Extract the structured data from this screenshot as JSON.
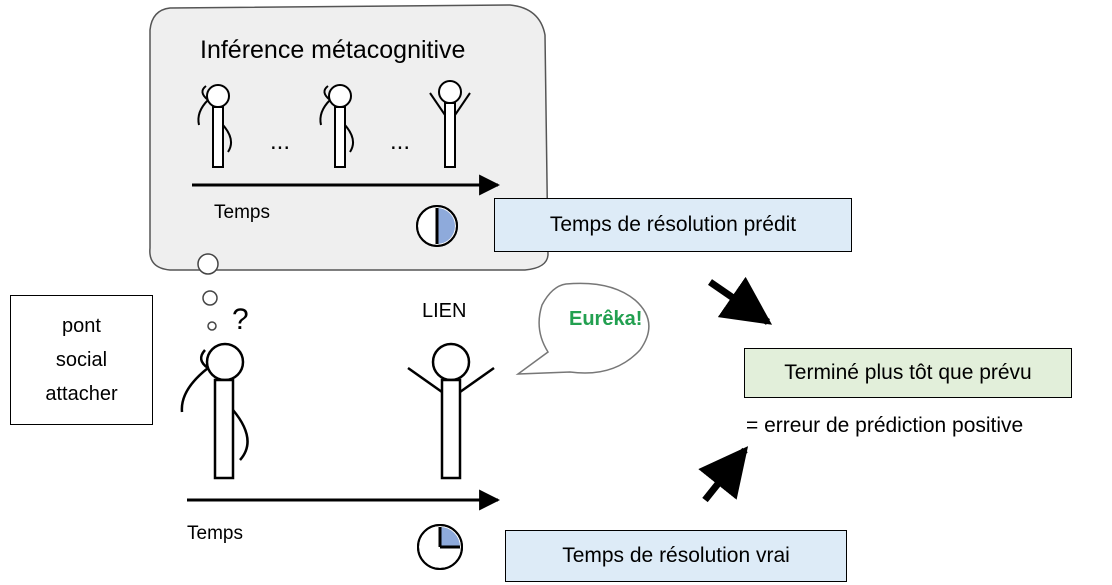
{
  "thought_bubble": {
    "title": "Inférence métacognitive",
    "time_label": "Temps",
    "ellipsis": "..."
  },
  "main_scene": {
    "time_label": "Temps",
    "question_mark": "?",
    "lien_label": "LIEN"
  },
  "speech_bubble": {
    "text": "Eurêka!",
    "color": "#22a050"
  },
  "words_box": {
    "lines": [
      "pont",
      "social",
      "attacher"
    ]
  },
  "predicted_box": {
    "label": "Temps de résolution prédit",
    "fill": "#ddebf7"
  },
  "true_box": {
    "label": "Temps de résolution vrai",
    "fill": "#ddebf7"
  },
  "result_box": {
    "label": "Terminé plus tôt que prévu",
    "fill": "#e2efda"
  },
  "result_note": "= erreur de prédiction positive",
  "colors": {
    "clock_fill": "#8eaadb",
    "line": "#000000"
  }
}
